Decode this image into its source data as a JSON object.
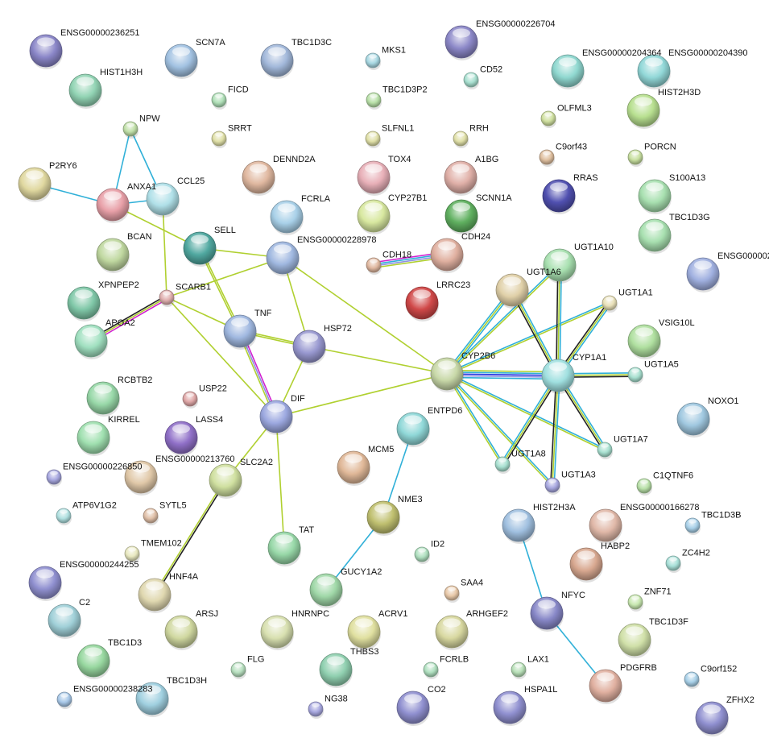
{
  "title": "STRING protein interaction network",
  "nodes": [
    {
      "label": "ENSG00000236251",
      "color": "#8a86c8"
    },
    {
      "label": "HIST1H3H",
      "color": "#92d4b4"
    },
    {
      "label": "SCN7A",
      "color": "#a2c2e2"
    },
    {
      "label": "TBC1D3C",
      "color": "#a2b8da"
    },
    {
      "label": "MKS1",
      "color": "#a8d8e2"
    },
    {
      "label": "ENSG00000226704",
      "color": "#8c88c8"
    },
    {
      "label": "CD52",
      "color": "#a8e0d0"
    },
    {
      "label": "ENSG00000204364",
      "color": "#90d8d0"
    },
    {
      "label": "ENSG00000204390",
      "color": "#92d8d8"
    },
    {
      "label": "FICD",
      "color": "#b0e0b8"
    },
    {
      "label": "TBC1D3P2",
      "color": "#b8e0a8"
    },
    {
      "label": "HIST2H3D",
      "color": "#b8e090"
    },
    {
      "label": "OLFML3",
      "color": "#d0e0a0"
    },
    {
      "label": "NPW",
      "color": "#c0e0a8"
    },
    {
      "label": "SRRT",
      "color": "#e0e0a8"
    },
    {
      "label": "SLFNL1",
      "color": "#e0e0a8"
    },
    {
      "label": "RRH",
      "color": "#e0e0a8"
    },
    {
      "label": "C9orf43",
      "color": "#e0c0a0"
    },
    {
      "label": "PORCN",
      "color": "#c8e0a0"
    },
    {
      "label": "P2RY6",
      "color": "#e0d8a0"
    },
    {
      "label": "DENND2A",
      "color": "#e0b8a0"
    },
    {
      "label": "TOX4",
      "color": "#e8b0b8"
    },
    {
      "label": "A1BG",
      "color": "#e0b0a8"
    },
    {
      "label": "ANXA1",
      "color": "#e8a0a8"
    },
    {
      "label": "CCL25",
      "color": "#b0e0e8"
    },
    {
      "label": "FCRLA",
      "color": "#a8d0e8"
    },
    {
      "label": "CYP27B1",
      "color": "#d8e8a0"
    },
    {
      "label": "SCNN1A",
      "color": "#60b060"
    },
    {
      "label": "RRAS",
      "color": "#5050b0"
    },
    {
      "label": "S100A13",
      "color": "#a8e0b0"
    },
    {
      "label": "CDH24",
      "color": "#e0b0a0"
    },
    {
      "label": "TBC1D3G",
      "color": "#a8e0b0"
    },
    {
      "label": "BCAN",
      "color": "#c0d8a0"
    },
    {
      "label": "SELL",
      "color": "#50a8a0"
    },
    {
      "label": "ENSG00000228978",
      "color": "#a0b8e0"
    },
    {
      "label": "CDH18",
      "color": "#e0b8a0"
    },
    {
      "label": "UGT1A10",
      "color": "#a8e0b0"
    },
    {
      "label": "ENSG000002",
      "color": "#a0b0e0"
    },
    {
      "label": "XPNPEP2",
      "color": "#80c8a8"
    },
    {
      "label": "SCARB1",
      "color": "#e0b0b0"
    },
    {
      "label": "LRRC23",
      "color": "#d04848"
    },
    {
      "label": "UGT1A6",
      "color": "#e0d0a8"
    },
    {
      "label": "UGT1A1",
      "color": "#e8e0b8"
    },
    {
      "label": "APOA2",
      "color": "#a0e0c0"
    },
    {
      "label": "TNF",
      "color": "#a0b8e0"
    },
    {
      "label": "HSP72",
      "color": "#9898d0"
    },
    {
      "label": "VSIG10L",
      "color": "#b0e0a0"
    },
    {
      "label": "CYP2B6",
      "color": "#c8d8a8"
    },
    {
      "label": "CYP1A1",
      "color": "#a0e0e0"
    },
    {
      "label": "UGT1A5",
      "color": "#a8e0d0"
    },
    {
      "label": "RCBTB2",
      "color": "#98d8a8"
    },
    {
      "label": "USP22",
      "color": "#e0a8a8"
    },
    {
      "label": "NOXO1",
      "color": "#a0c8e0"
    },
    {
      "label": "DIF",
      "color": "#9ca8e0"
    },
    {
      "label": "ENTPD6",
      "color": "#90d8d8"
    },
    {
      "label": "KIRREL",
      "color": "#a0e0b0"
    },
    {
      "label": "LASS4",
      "color": "#9070c8"
    },
    {
      "label": "UGT1A7",
      "color": "#a8e0d0"
    },
    {
      "label": "UGT1A8",
      "color": "#a8e0d0"
    },
    {
      "label": "ENSG00000226850",
      "color": "#a8a8e0"
    },
    {
      "label": "ENSG00000213760",
      "color": "#e0c8a8"
    },
    {
      "label": "SLC2A2",
      "color": "#d0e0a0"
    },
    {
      "label": "MCM5",
      "color": "#e0b898"
    },
    {
      "label": "UGT1A3",
      "color": "#a8a8e0"
    },
    {
      "label": "C1QTNF6",
      "color": "#b8e0a8"
    },
    {
      "label": "ATP6V1G2",
      "color": "#b0e0e0"
    },
    {
      "label": "SYTL5",
      "color": "#e0c0a8"
    },
    {
      "label": "NME3",
      "color": "#c0c070"
    },
    {
      "label": "HIST2H3A",
      "color": "#a0c0e0"
    },
    {
      "label": "ENSG00000166278",
      "color": "#e0b8a8"
    },
    {
      "label": "TBC1D3B",
      "color": "#a8d0e8"
    },
    {
      "label": "TAT",
      "color": "#98d8a8"
    },
    {
      "label": "ID2",
      "color": "#b0e0c0"
    },
    {
      "label": "TMEM102",
      "color": "#e8e8c0"
    },
    {
      "label": "HABP2",
      "color": "#d8a890"
    },
    {
      "label": "ZC4H2",
      "color": "#a8e0d8"
    },
    {
      "label": "ENSG00000244255",
      "color": "#9090d0"
    },
    {
      "label": "HNF4A",
      "color": "#e0d8b0"
    },
    {
      "label": "GUCY1A2",
      "color": "#a0d8a8"
    },
    {
      "label": "SAA4",
      "color": "#e8c8a8"
    },
    {
      "label": "ZNF71",
      "color": "#c8e8b0"
    },
    {
      "label": "NFYC",
      "color": "#8888c8"
    },
    {
      "label": "C2",
      "color": "#a0d0d8"
    },
    {
      "label": "ARSJ",
      "color": "#d0d8a0"
    },
    {
      "label": "HNRNPC",
      "color": "#d8e0b0"
    },
    {
      "label": "ACRV1",
      "color": "#e0e0a0"
    },
    {
      "label": "ARHGEF2",
      "color": "#d8d8a0"
    },
    {
      "label": "TBC1D3F",
      "color": "#d0e0a8"
    },
    {
      "label": "TBC1D3",
      "color": "#98d8a0"
    },
    {
      "label": "FLG",
      "color": "#b8e0c0"
    },
    {
      "label": "THBS3",
      "color": "#90d0b0"
    },
    {
      "label": "FCRLB",
      "color": "#b0e0c0"
    },
    {
      "label": "LAX1",
      "color": "#b8e0b8"
    },
    {
      "label": "PDGFRB",
      "color": "#e0b0a0"
    },
    {
      "label": "C9orf152",
      "color": "#a8d0e8"
    },
    {
      "label": "ENSG00000238283",
      "color": "#a8c8e8"
    },
    {
      "label": "TBC1D3H",
      "color": "#a0d0e0"
    },
    {
      "label": "NG38",
      "color": "#a8a8e0"
    },
    {
      "label": "CO2",
      "color": "#9090d0"
    },
    {
      "label": "HSPA1L",
      "color": "#9090d0"
    },
    {
      "label": "ZFHX2",
      "color": "#9090d0"
    }
  ],
  "edge_colors": {
    "db": "#30b0d8",
    "text": "#b0d030",
    "exp": "#d020d0",
    "coexp": "#222222",
    "homology": "#9090e0",
    "fusion": "#2030e0"
  },
  "edges": [
    {
      "from": "NPW",
      "to": "ANXA1",
      "types": [
        "db"
      ]
    },
    {
      "from": "NPW",
      "to": "CCL25",
      "types": [
        "db"
      ]
    },
    {
      "from": "P2RY6",
      "to": "ANXA1",
      "types": [
        "db"
      ]
    },
    {
      "from": "ANXA1",
      "to": "CCL25",
      "types": [
        "db"
      ]
    },
    {
      "from": "ANXA1",
      "to": "SELL",
      "types": [
        "text"
      ]
    },
    {
      "from": "CCL25",
      "to": "SCARB1",
      "types": [
        "text"
      ]
    },
    {
      "from": "SELL",
      "to": "ENSG00000228978",
      "types": [
        "text"
      ]
    },
    {
      "from": "SELL",
      "to": "TNF",
      "types": [
        "text",
        "text"
      ]
    },
    {
      "from": "SCARB1",
      "to": "ENSG00000228978",
      "types": [
        "text"
      ]
    },
    {
      "from": "SCARB1",
      "to": "APOA2",
      "types": [
        "exp",
        "text",
        "coexp"
      ]
    },
    {
      "from": "SCARB1",
      "to": "TNF",
      "types": [
        "text"
      ]
    },
    {
      "from": "SCARB1",
      "to": "DIF",
      "types": [
        "text"
      ]
    },
    {
      "from": "ENSG00000228978",
      "to": "HSP72",
      "types": [
        "text"
      ]
    },
    {
      "from": "ENSG00000228978",
      "to": "CYP2B6",
      "types": [
        "text"
      ]
    },
    {
      "from": "TNF",
      "to": "HSP72",
      "types": [
        "text",
        "text"
      ]
    },
    {
      "from": "TNF",
      "to": "DIF",
      "types": [
        "exp",
        "homology",
        "text"
      ]
    },
    {
      "from": "HSP72",
      "to": "DIF",
      "types": [
        "text"
      ]
    },
    {
      "from": "HSP72",
      "to": "CYP2B6",
      "types": [
        "text"
      ]
    },
    {
      "from": "DIF",
      "to": "CYP2B6",
      "types": [
        "text"
      ]
    },
    {
      "from": "DIF",
      "to": "SLC2A2",
      "types": [
        "text"
      ]
    },
    {
      "from": "DIF",
      "to": "TAT",
      "types": [
        "text"
      ]
    },
    {
      "from": "SLC2A2",
      "to": "HNF4A",
      "types": [
        "coexp",
        "text"
      ]
    },
    {
      "from": "CDH18",
      "to": "CDH24",
      "types": [
        "exp",
        "db",
        "homology",
        "text"
      ]
    },
    {
      "from": "ENTPD6",
      "to": "NME3",
      "types": [
        "db"
      ]
    },
    {
      "from": "NME3",
      "to": "GUCY1A2",
      "types": [
        "db"
      ]
    },
    {
      "from": "HIST2H3A",
      "to": "NFYC",
      "types": [
        "db"
      ]
    },
    {
      "from": "NFYC",
      "to": "PDGFRB",
      "types": [
        "db"
      ]
    },
    {
      "from": "CYP2B6",
      "to": "UGT1A6",
      "types": [
        "db",
        "text",
        "db"
      ]
    },
    {
      "from": "CYP2B6",
      "to": "UGT1A10",
      "types": [
        "db",
        "text"
      ]
    },
    {
      "from": "CYP2B6",
      "to": "UGT1A1",
      "types": [
        "db",
        "text"
      ]
    },
    {
      "from": "CYP2B6",
      "to": "CYP1A1",
      "types": [
        "text",
        "db",
        "fusion",
        "homology",
        "db"
      ]
    },
    {
      "from": "CYP2B6",
      "to": "UGT1A8",
      "types": [
        "db",
        "text"
      ]
    },
    {
      "from": "CYP2B6",
      "to": "UGT1A3",
      "types": [
        "db",
        "text"
      ]
    },
    {
      "from": "CYP2B6",
      "to": "UGT1A7",
      "types": [
        "db",
        "text"
      ]
    },
    {
      "from": "UGT1A6",
      "to": "CYP1A1",
      "types": [
        "db",
        "text",
        "coexp"
      ]
    },
    {
      "from": "UGT1A10",
      "to": "CYP1A1",
      "types": [
        "db",
        "text",
        "coexp"
      ]
    },
    {
      "from": "UGT1A1",
      "to": "CYP1A1",
      "types": [
        "db",
        "text",
        "coexp"
      ]
    },
    {
      "from": "CYP1A1",
      "to": "UGT1A5",
      "types": [
        "db",
        "text",
        "coexp"
      ]
    },
    {
      "from": "CYP1A1",
      "to": "UGT1A7",
      "types": [
        "db",
        "text",
        "coexp"
      ]
    },
    {
      "from": "CYP1A1",
      "to": "UGT1A8",
      "types": [
        "coexp",
        "text",
        "db"
      ]
    },
    {
      "from": "CYP1A1",
      "to": "UGT1A3",
      "types": [
        "db",
        "text",
        "coexp"
      ]
    }
  ]
}
